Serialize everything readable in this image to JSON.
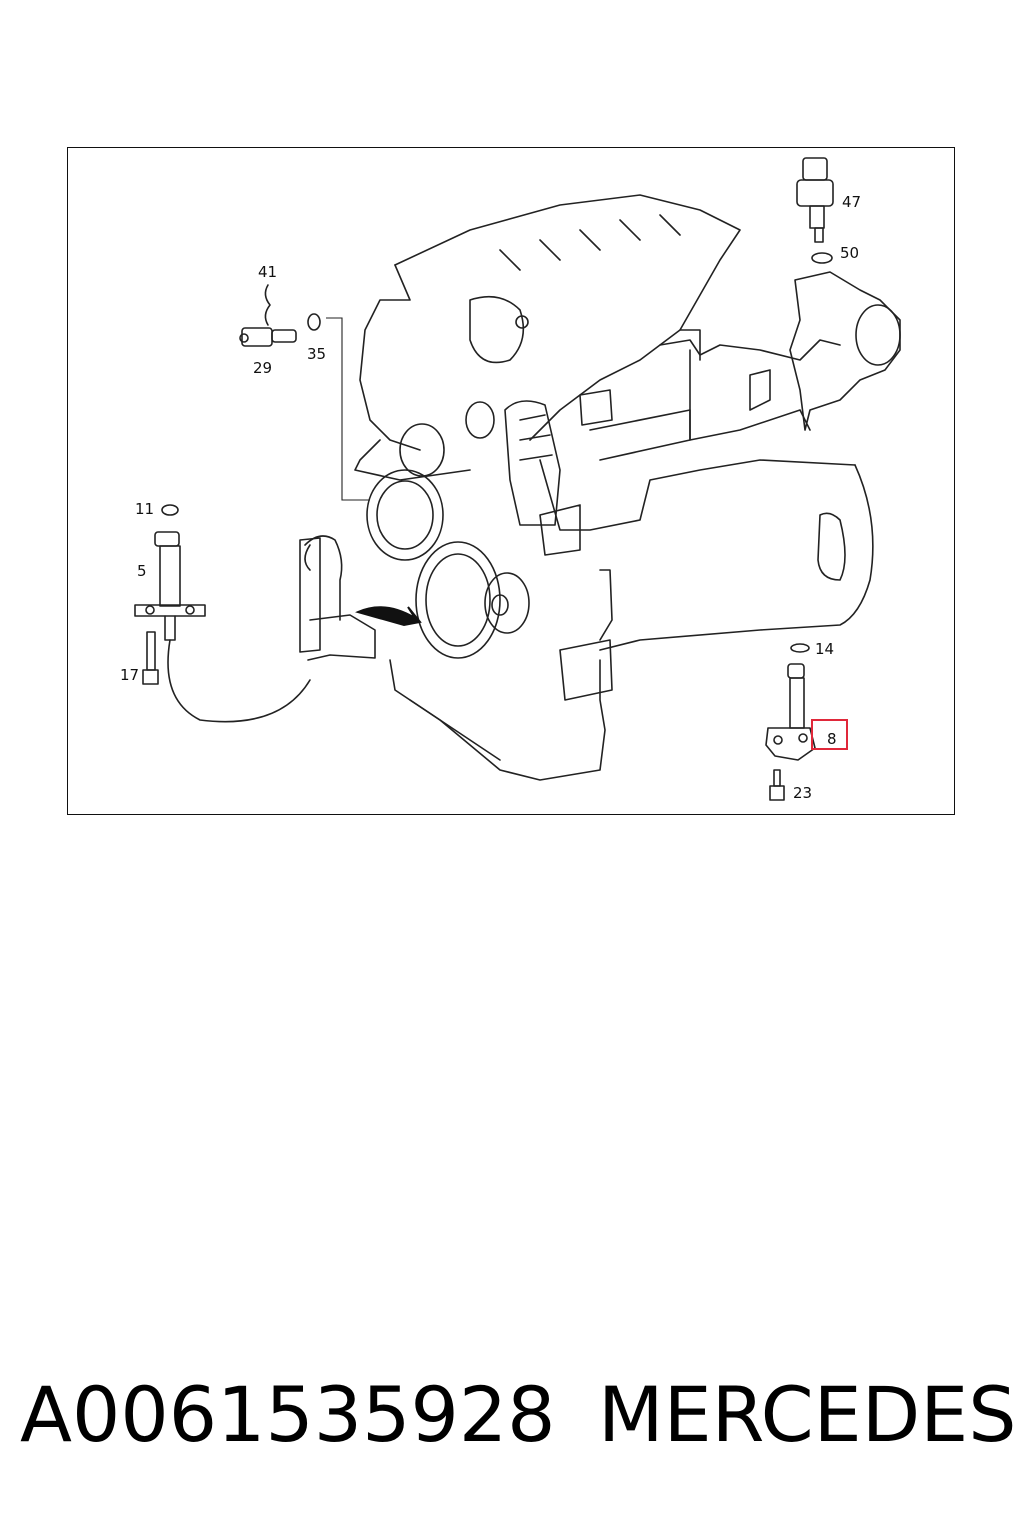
{
  "diagram": {
    "callouts": [
      {
        "id": "c47",
        "label": "47"
      },
      {
        "id": "c50",
        "label": "50"
      },
      {
        "id": "c41",
        "label": "41"
      },
      {
        "id": "c29",
        "label": "29"
      },
      {
        "id": "c35",
        "label": "35"
      },
      {
        "id": "c11",
        "label": "11"
      },
      {
        "id": "c5",
        "label": "5"
      },
      {
        "id": "c17",
        "label": "17"
      },
      {
        "id": "c14",
        "label": "14"
      },
      {
        "id": "c8",
        "label": "8"
      },
      {
        "id": "c23",
        "label": "23"
      }
    ],
    "highlight": {
      "label": "8",
      "color": "#e0283a"
    }
  },
  "footer": {
    "part_number": "A0061535928",
    "brand": "MERCEDES"
  }
}
